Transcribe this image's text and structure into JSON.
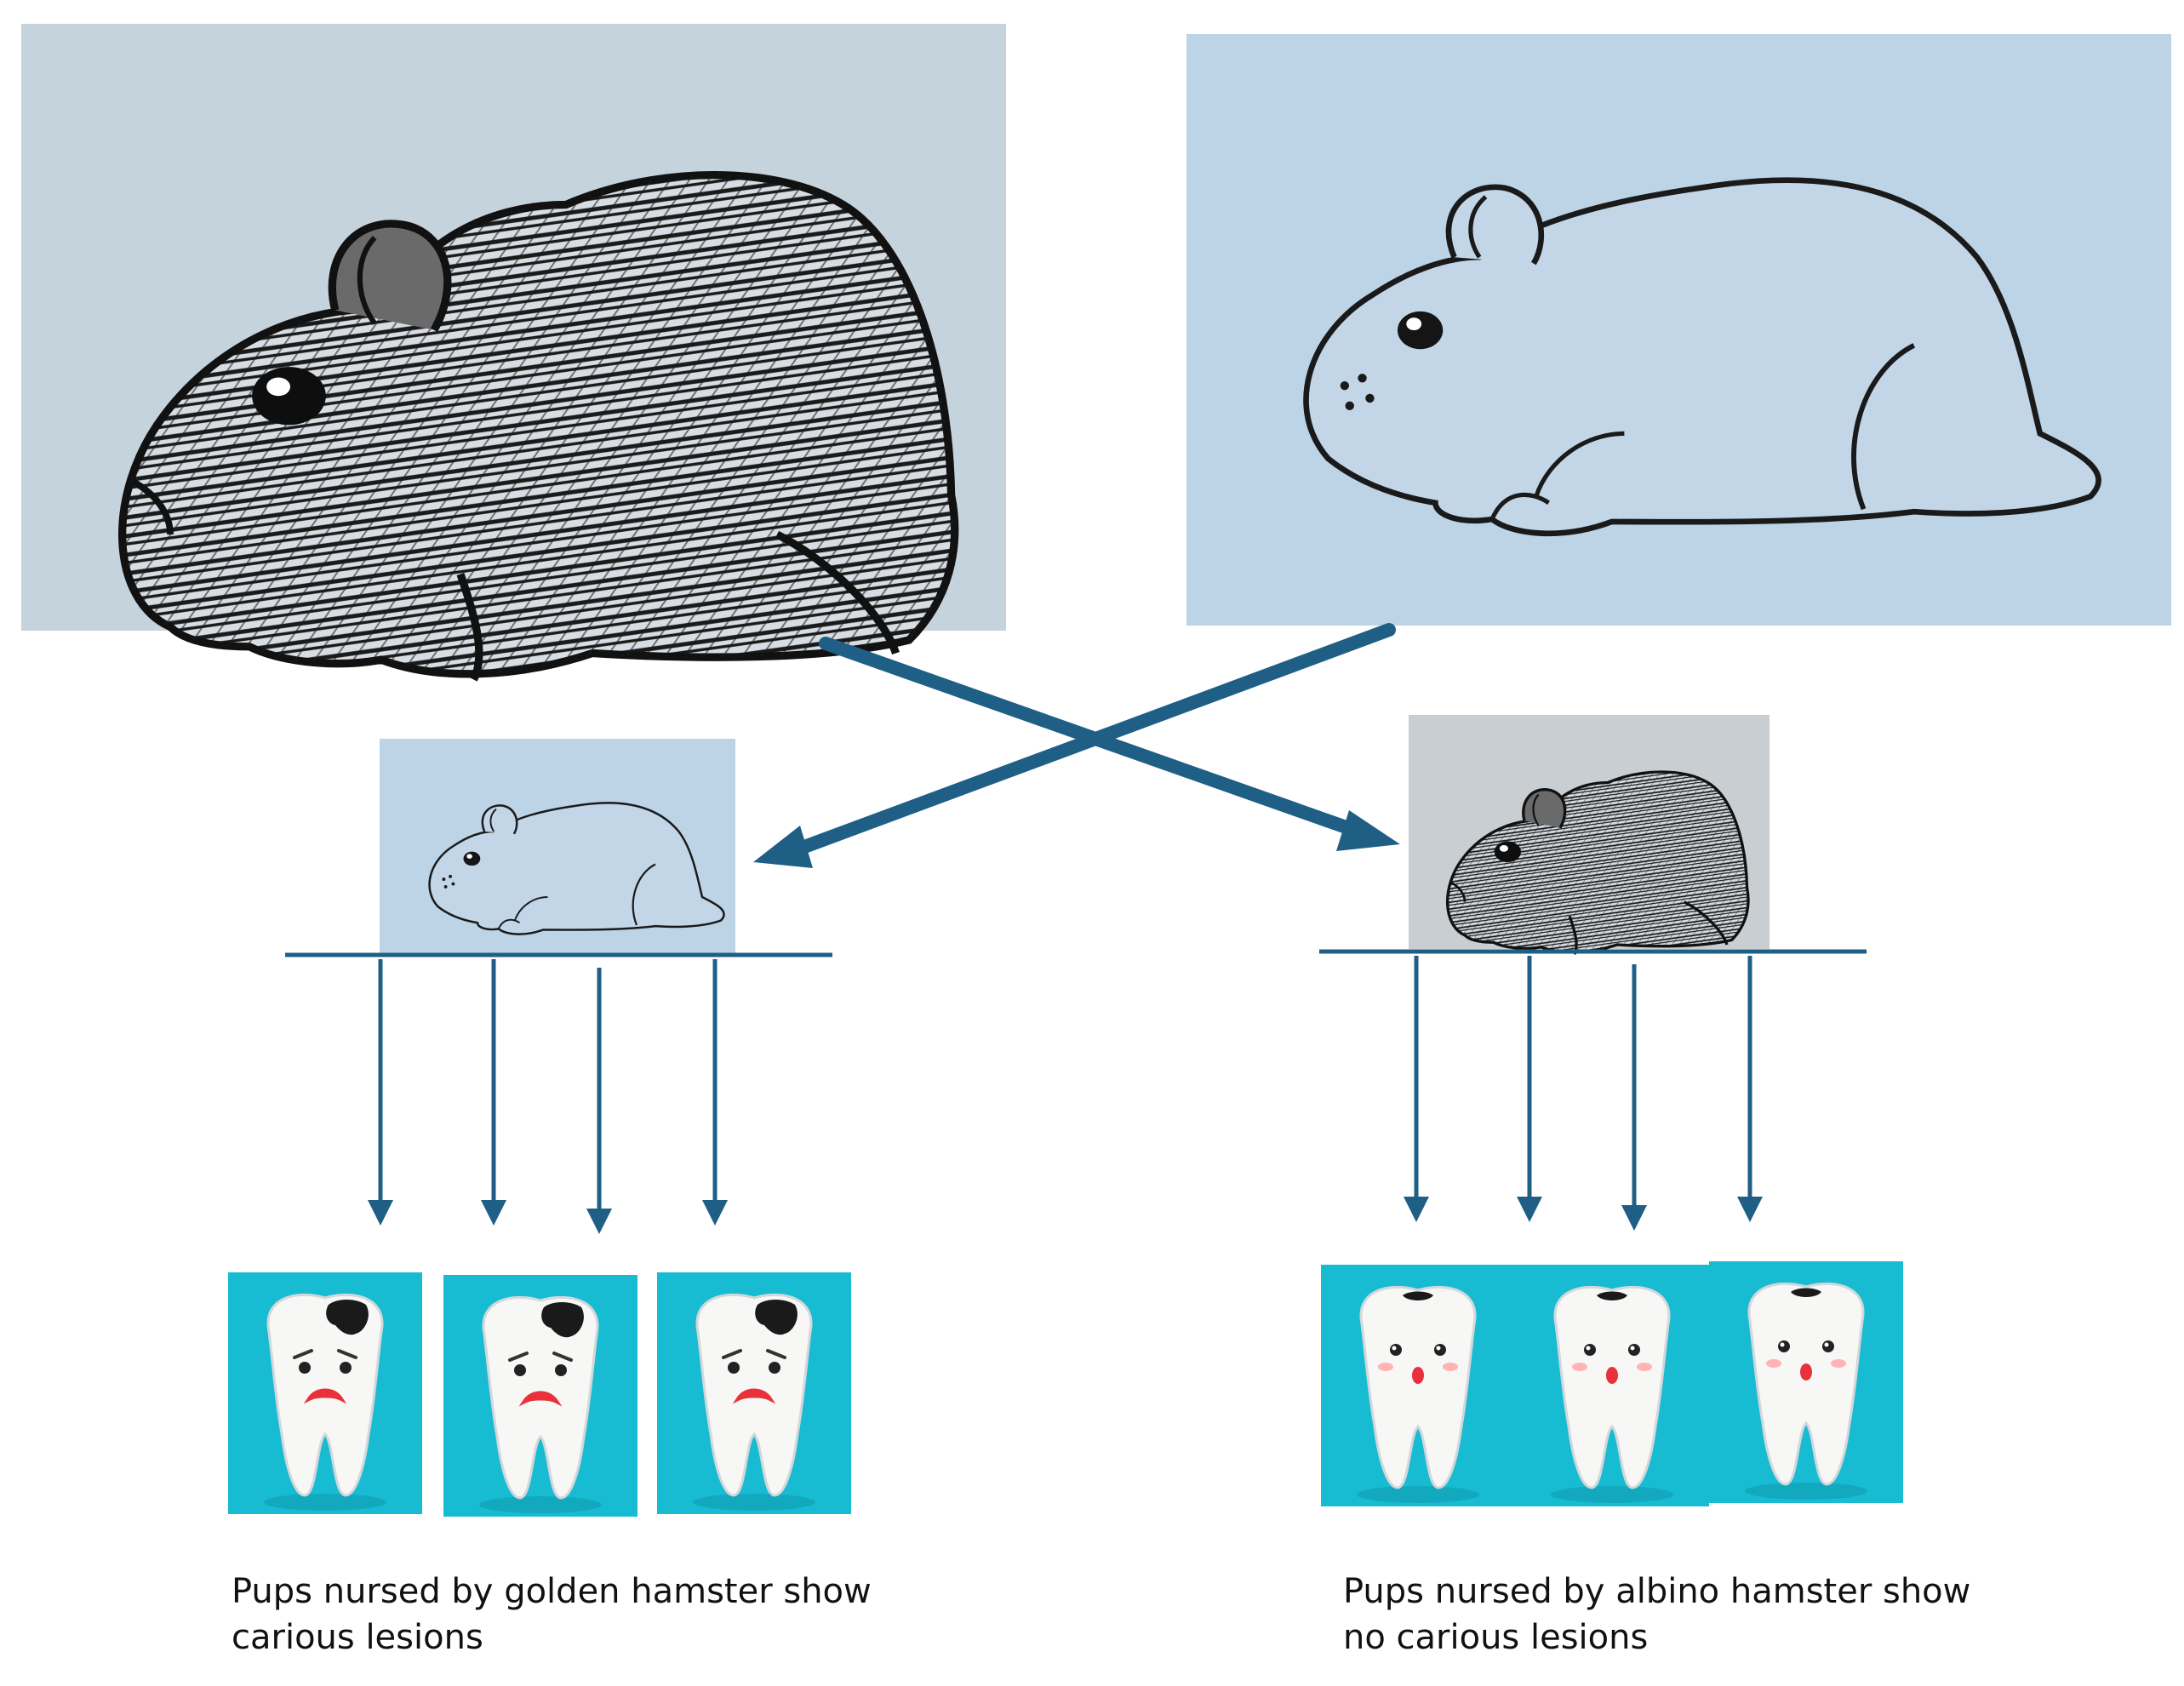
{
  "colors": {
    "arrow": "#1f5f86",
    "tile_cyan": "#17bcd3",
    "paper_blue": "#bcd4e6",
    "paper_gray": "#c4d2db",
    "ink": "#111111",
    "decay": "#1a1a1a",
    "sad_mouth": "#e8313a",
    "tooth_blush": "#ffb3b3"
  },
  "icons": {
    "golden_hamster": "hamster-hatched-dark",
    "albino_hamster": "hamster-outline-light",
    "carious_tooth": "sad-tooth-with-decay",
    "healthy_tooth": "surprised-tooth-small-spot"
  },
  "captions": {
    "left": {
      "line1": "Pups nursed by golden hamster show",
      "line2": "carious lesions"
    },
    "right": {
      "line1": "Pups nursed by albino hamster show",
      "line2": "no carious lesions"
    }
  }
}
